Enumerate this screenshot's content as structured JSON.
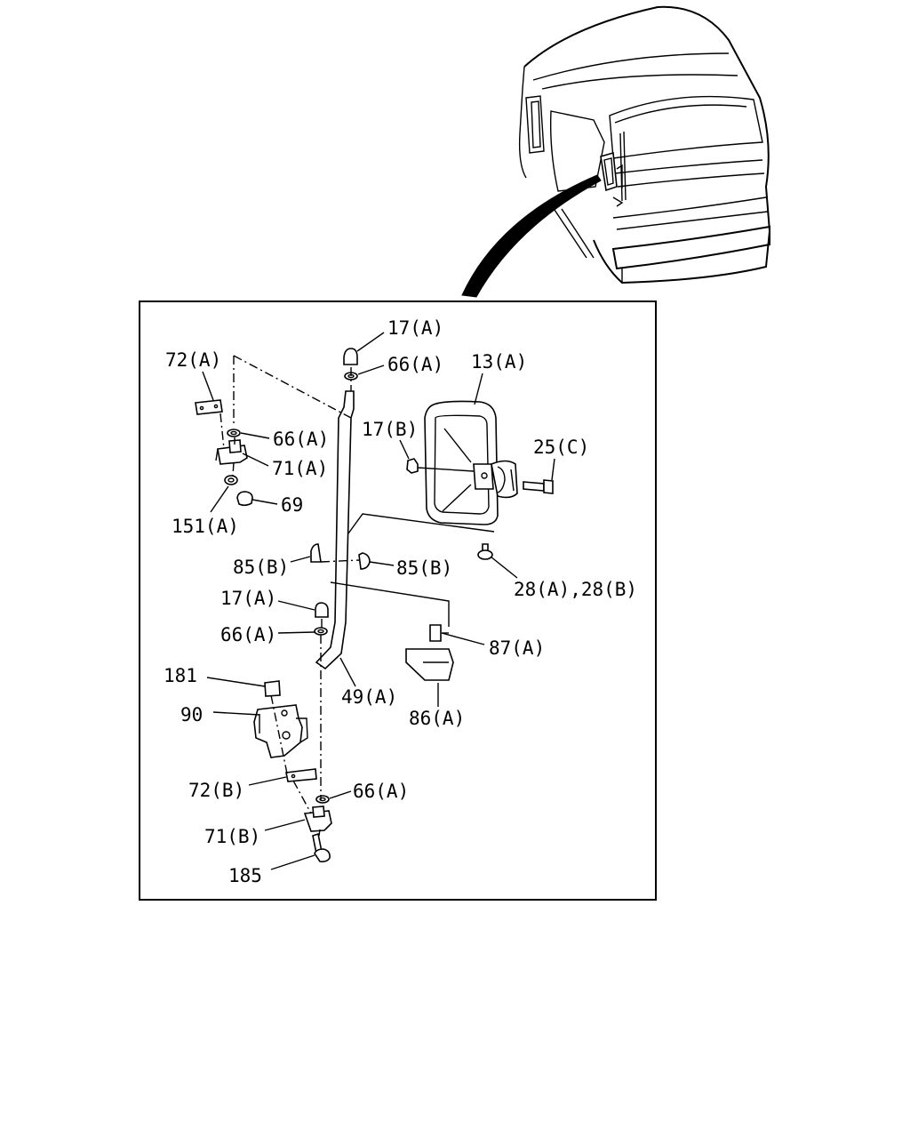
{
  "labels": {
    "l17a_top": "17(A)",
    "l66a_top": "66(A)",
    "l13a": "13(A)",
    "l72a": "72(A)",
    "l66a_left": "66(A)",
    "l17b": "17(B)",
    "l25c": "25(C)",
    "l71a": "71(A)",
    "l69": "69",
    "l151a": "151(A)",
    "l85b_left": "85(B)",
    "l85b_right": "85(B)",
    "l28": "28(A),28(B)",
    "l17a_mid": "17(A)",
    "l66a_mid": "66(A)",
    "l87a": "87(A)",
    "l181": "181",
    "l49a": "49(A)",
    "l90": "90",
    "l86a": "86(A)",
    "l72b": "72(B)",
    "l66a_bottom": "66(A)",
    "l71b": "71(B)",
    "l185": "185"
  },
  "icons": [
    "truck-cab-illustration",
    "mirror-assembly",
    "mirror-stay-rod",
    "bracket",
    "bolt",
    "nut",
    "washer",
    "cap"
  ]
}
